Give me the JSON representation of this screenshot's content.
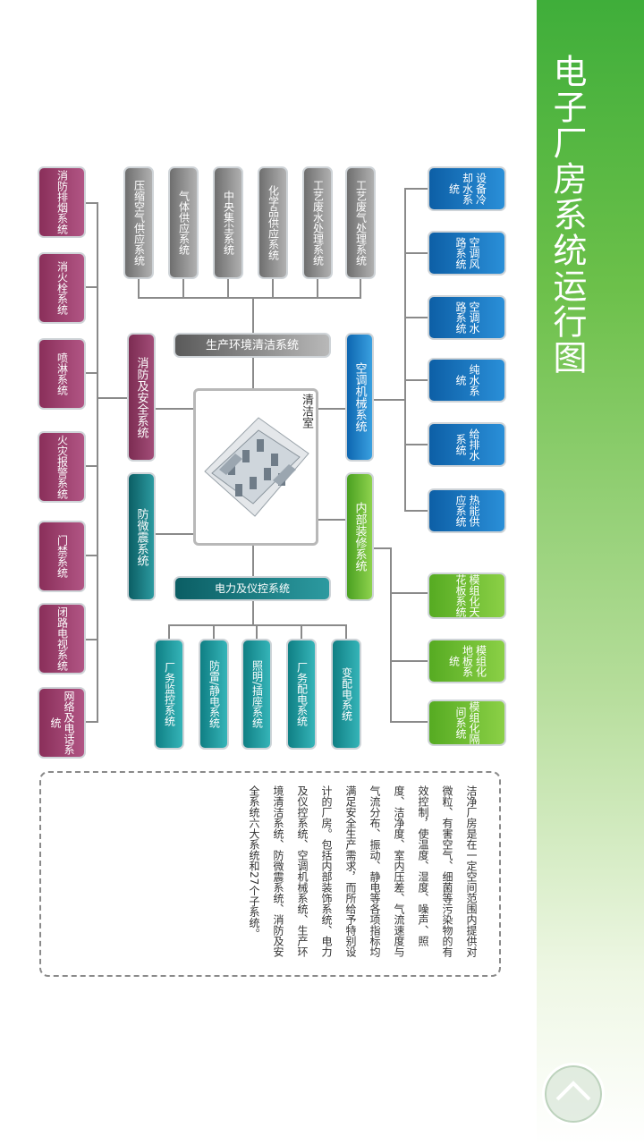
{
  "title": "电子厂房系统运行图",
  "center": {
    "label": "清洁室"
  },
  "categories": {
    "hvac": "空调机械系统",
    "decoration": "内部装修系统",
    "power": "电力及仪控系统",
    "seismic": "防微震系统",
    "fire": "消防及安全系统",
    "environment": "生产环境清洁系统"
  },
  "hvac_items": [
    "设备冷却水系统",
    "空调风路系统",
    "空调水路系统",
    "纯水系统",
    "给排水系统",
    "热能供应系统"
  ],
  "decoration_items": [
    "模组化天花板系统",
    "模组化地板系统",
    "模组化隔间系统"
  ],
  "power_items": [
    "变配电系统",
    "厂务配电系统",
    "照明/插座系统",
    "防雷/静电系统",
    "厂务监控系统"
  ],
  "fire_items": [
    "消防排烟系统",
    "消火栓系统",
    "喷淋系统",
    "火灾报警系统",
    "门禁系统",
    "闭路电视系统",
    "网络及电话系统"
  ],
  "environment_items": [
    "工艺废气处理系统",
    "工艺废水处理系统",
    "化学品供应系统",
    "中央集尘系统",
    "气体供应系统",
    "压缩空气供应系统"
  ],
  "description": "洁净厂房是在一定空间范围内提供对微粒、有害空气、细菌等污染物的有效控制，使温度、湿度、噪声、照度、洁净度、室内压差、气流速度与气流分布、振动、静电等各项指标均满足安全生产需求，而所给予特别设计的厂房。包括内部装饰系统、电力及仪控系统、空调机械系统、生产环境清洁系统、防微震系统、消防及安全系统六大系统和27个子系统。",
  "nav": {
    "icon": "chevron-up-icon"
  }
}
